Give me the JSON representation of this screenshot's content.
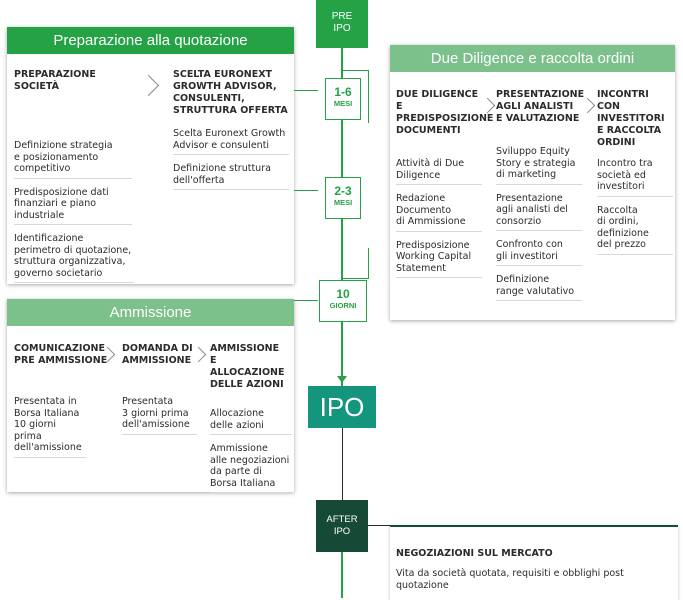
{
  "timeline": {
    "pre_ipo": [
      "PRE",
      "IPO"
    ],
    "step1": {
      "num": "1-6",
      "unit": "MESI"
    },
    "step2": {
      "num": "2-3",
      "unit": "MESI"
    },
    "step3": {
      "num": "10",
      "unit": "GIORNI"
    },
    "ipo": "IPO",
    "after_ipo": [
      "AFTER",
      "IPO"
    ]
  },
  "preparazione": {
    "title": "Preparazione alla quotazione",
    "col1": {
      "title": [
        "PREPARAZIONE",
        "SOCIETÀ"
      ],
      "items": [
        [
          "Definizione strategia",
          "e posizionamento",
          "competitivo"
        ],
        [
          "Predisposizione dati",
          "finanziari e piano",
          "industriale"
        ],
        [
          "Identificazione",
          "perimetro di quotazione,",
          "struttura organizzativa,",
          "governo societario"
        ]
      ]
    },
    "col2": {
      "title": [
        "SCELTA EURONEXT",
        "GROWTH ADVISOR,",
        "CONSULENTI,",
        "STRUTTURA OFFERTA"
      ],
      "items": [
        [
          "Scelta Euronext Growth",
          "Advisor e consulenti"
        ],
        [
          "Definizione struttura",
          "dell'offerta"
        ]
      ]
    }
  },
  "due_diligence": {
    "title": "Due Diligence e raccolta ordini",
    "col1": {
      "title": [
        "DUE DILIGENCE E",
        "PREDISPOSIZIONE",
        "DOCUMENTI"
      ],
      "items": [
        [
          "Attività di Due",
          "Diligence"
        ],
        [
          "Redazione",
          "Documento",
          "di Ammissione"
        ],
        [
          "Predisposizione",
          "Working Capital",
          "Statement"
        ]
      ]
    },
    "col2": {
      "title": [
        "PRESENTAZIONE",
        "AGLI ANALISTI",
        "E VALUTAZIONE"
      ],
      "items": [
        [
          "Sviluppo Equity",
          "Story e strategia",
          "di marketing"
        ],
        [
          "Presentazione",
          "agli analisti del",
          "consorzio"
        ],
        [
          "Confronto con",
          "gli investitori"
        ],
        [
          "Definizione",
          "range valutativo"
        ]
      ]
    },
    "col3": {
      "title": [
        "INCONTRI CON",
        "INVESTITORI",
        "E RACCOLTA",
        "ORDINI"
      ],
      "items": [
        [
          "Incontro tra",
          "società ed",
          "investitori"
        ],
        [
          "Raccolta",
          "di ordini,",
          "definizione",
          "del prezzo"
        ]
      ]
    }
  },
  "ammissione": {
    "title": "Ammissione",
    "col1": {
      "title": [
        "COMUNICAZIONE",
        "PRE AMMISSIONE"
      ],
      "items": [
        [
          "Presentata in",
          "Borsa Italiana",
          "10 giorni prima",
          "dell'amissione"
        ]
      ]
    },
    "col2": {
      "title": [
        "DOMANDA DI",
        "AMMISSIONE"
      ],
      "items": [
        [
          "Presentata",
          "3 giorni prima",
          "dell'amissione"
        ]
      ]
    },
    "col3": {
      "title": [
        "AMMISSIONE",
        "E ALLOCAZIONE",
        "DELLE AZIONI"
      ],
      "items": [
        [
          "Allocazione",
          "delle azioni"
        ],
        [
          "Ammissione",
          "alle negoziazioni",
          "da parte di",
          "Borsa Italiana"
        ]
      ]
    }
  },
  "negoziazioni": {
    "title": "NEGOZIAZIONI SUL MERCATO",
    "text": "Vita da società quotata, requisiti e obblighi post quotazione"
  }
}
